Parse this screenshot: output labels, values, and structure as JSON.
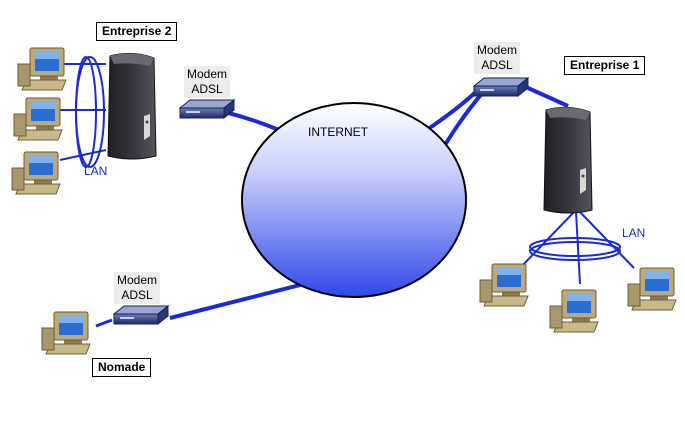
{
  "labels": {
    "enterprise2": "Entreprise 2",
    "enterprise1": "Entreprise 1",
    "nomade": "Nomade",
    "internet": "INTERNET",
    "lan": "LAN"
  },
  "modem": {
    "line1": "Modem",
    "line2": "ADSL"
  },
  "colors": {
    "link": "#1a2bd6",
    "cloud_top": "#ffffff",
    "cloud_bottom": "#2e46e6",
    "server": "#2d2d33",
    "monitor": "#b5a57a",
    "screen": "#2a6ecf"
  }
}
